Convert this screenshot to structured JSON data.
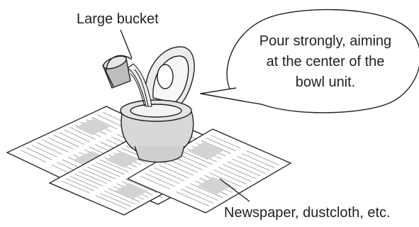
{
  "labels": {
    "bucket": "Large bucket",
    "newspaper": "Newspaper, dustcloth, etc."
  },
  "callout": {
    "lines": [
      "Pour strongly, aiming",
      "at the center of the",
      "bowl unit."
    ]
  },
  "colors": {
    "line": "#231f20",
    "paper": "#ffffff",
    "paper_text": "#6d6e71",
    "paper_block": "#d1d3d4",
    "bowl": "#d9d9d9",
    "water": "#eeeeee"
  }
}
